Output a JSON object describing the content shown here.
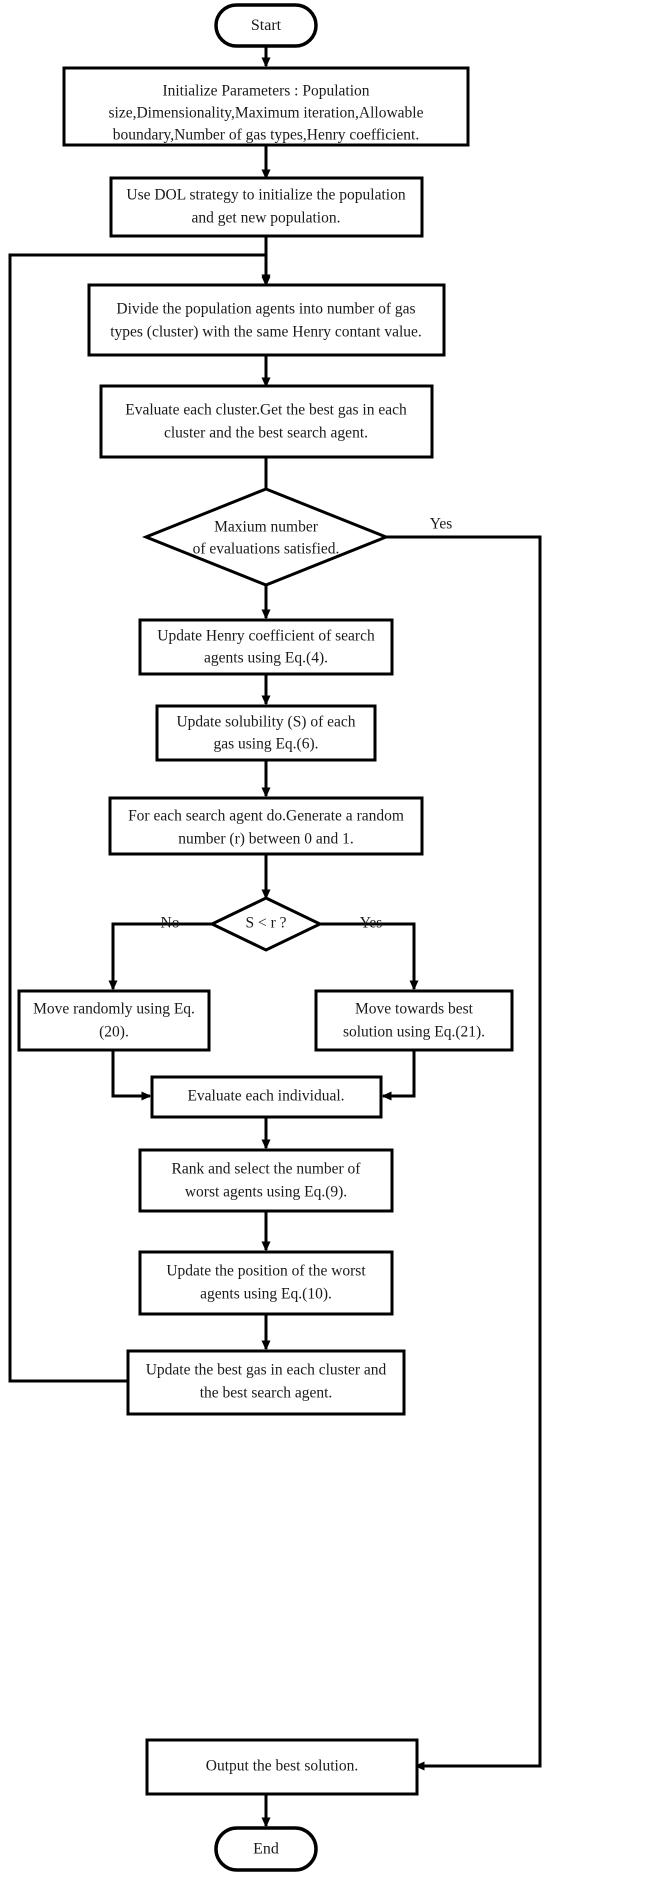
{
  "diagram": {
    "title": "Henry Gas Solubility Optimization (DOL) algorithm flowchart",
    "type": "flowchart",
    "colors": {
      "stroke": "#000000",
      "fill": "#ffffff",
      "text": "#1a1a1a",
      "background": "#ffffff"
    },
    "nodes": [
      {
        "id": "start",
        "shape": "terminator",
        "lines": [
          "Start"
        ],
        "text": "Start"
      },
      {
        "id": "init-params",
        "shape": "process",
        "lines": [
          "Initialize Parameters : Population",
          "size,Dimensionality,Maximum iteration,Allowable",
          "boundary,Number of gas types,Henry coefficient."
        ]
      },
      {
        "id": "dol-strategy",
        "shape": "process",
        "lines": [
          "Use DOL strategy to initialize the population",
          "and get new population."
        ]
      },
      {
        "id": "divide-population",
        "shape": "process",
        "lines": [
          "Divide the population agents into number of gas",
          "types (cluster) with the same Henry contant value."
        ]
      },
      {
        "id": "evaluate-cluster",
        "shape": "process",
        "lines": [
          "Evaluate each cluster.Get the best gas in each",
          "cluster and the best search agent."
        ]
      },
      {
        "id": "max-evaluations",
        "shape": "decision",
        "lines": [
          "Maxium number",
          "of evaluations satisfied."
        ]
      },
      {
        "id": "update-henry",
        "shape": "process",
        "lines": [
          "Update Henry coefficient of search",
          "agents using Eq.(4)."
        ]
      },
      {
        "id": "update-solubility",
        "shape": "process",
        "lines": [
          "Update solubility (S) of each",
          "gas using Eq.(6)."
        ]
      },
      {
        "id": "random-number",
        "shape": "process",
        "lines": [
          "For each search agent do.Generate a random",
          "number (r) between 0 and 1."
        ]
      },
      {
        "id": "s-less-r",
        "shape": "decision",
        "lines": [
          "S < r ?"
        ]
      },
      {
        "id": "move-randomly",
        "shape": "process",
        "lines": [
          "Move randomly using Eq.",
          "(20)."
        ]
      },
      {
        "id": "move-towards-best",
        "shape": "process",
        "lines": [
          "Move towards best",
          "solution using Eq.(21)."
        ]
      },
      {
        "id": "evaluate-individual",
        "shape": "process",
        "lines": [
          "Evaluate each individual."
        ]
      },
      {
        "id": "rank-select",
        "shape": "process",
        "lines": [
          "Rank and select the number of",
          "worst agents using Eq.(9)."
        ]
      },
      {
        "id": "update-worst",
        "shape": "process",
        "lines": [
          "Update the position of the worst",
          "agents using Eq.(10)."
        ]
      },
      {
        "id": "update-best-gas",
        "shape": "process",
        "lines": [
          "Update the best gas in each cluster and",
          "the best search agent."
        ]
      },
      {
        "id": "output-solution",
        "shape": "process",
        "lines": [
          "Output the best solution."
        ]
      },
      {
        "id": "end",
        "shape": "terminator",
        "lines": [
          "End"
        ],
        "text": "End"
      }
    ],
    "edge_labels": {
      "max_eval_yes": "Yes",
      "s_less_r_no": "No",
      "s_less_r_yes": "Yes"
    }
  }
}
